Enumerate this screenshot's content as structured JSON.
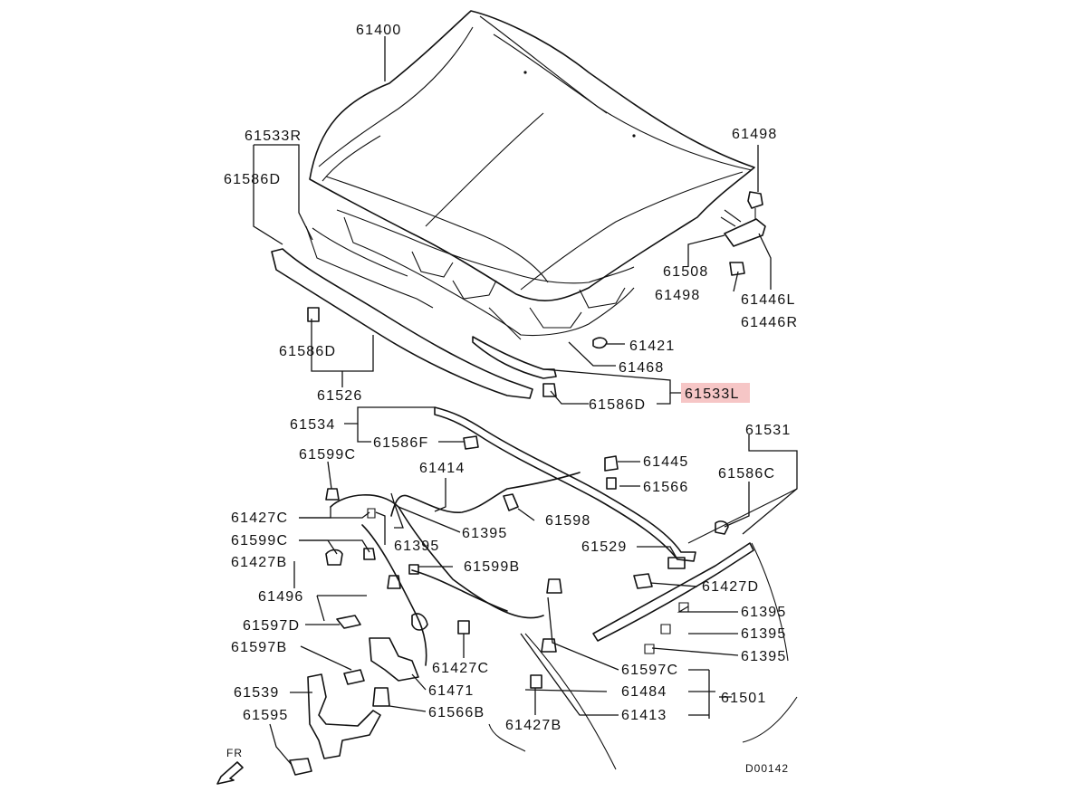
{
  "diagram": {
    "code": "D00142",
    "direction": "FR",
    "highlighted": "61533L",
    "highlight_color": "#f6c6c6",
    "labels": {
      "p61400": "61400",
      "p61533R": "61533R",
      "p61586D_a": "61586D",
      "p61586D_b": "61586D",
      "p61526": "61526",
      "p61498_a": "61498",
      "p61508": "61508",
      "p61498_b": "61498",
      "p61446L": "61446L",
      "p61446R": "61446R",
      "p61421": "61421",
      "p61468": "61468",
      "p61533L": "61533L",
      "p61586D_c": "61586D",
      "p61534": "61534",
      "p61586F": "61586F",
      "p61599C_a": "61599C",
      "p61414": "61414",
      "p61445": "61445",
      "p61566": "61566",
      "p61531": "61531",
      "p61586C": "61586C",
      "p61427C_a": "61427C",
      "p61395_a": "61395",
      "p61598": "61598",
      "p61599C_b": "61599C",
      "p61395_b": "61395",
      "p61529": "61529",
      "p61427B_a": "61427B",
      "p61599B": "61599B",
      "p61427D": "61427D",
      "p61496": "61496",
      "p61395_c": "61395",
      "p61597D": "61597D",
      "p61395_d": "61395",
      "p61597B": "61597B",
      "p61395_e": "61395",
      "p61427C_b": "61427C",
      "p61597C": "61597C",
      "p61539": "61539",
      "p61471": "61471",
      "p61484": "61484",
      "p61501": "61501",
      "p61595": "61595",
      "p61566B": "61566B",
      "p61427B_b": "61427B",
      "p61413": "61413"
    }
  }
}
